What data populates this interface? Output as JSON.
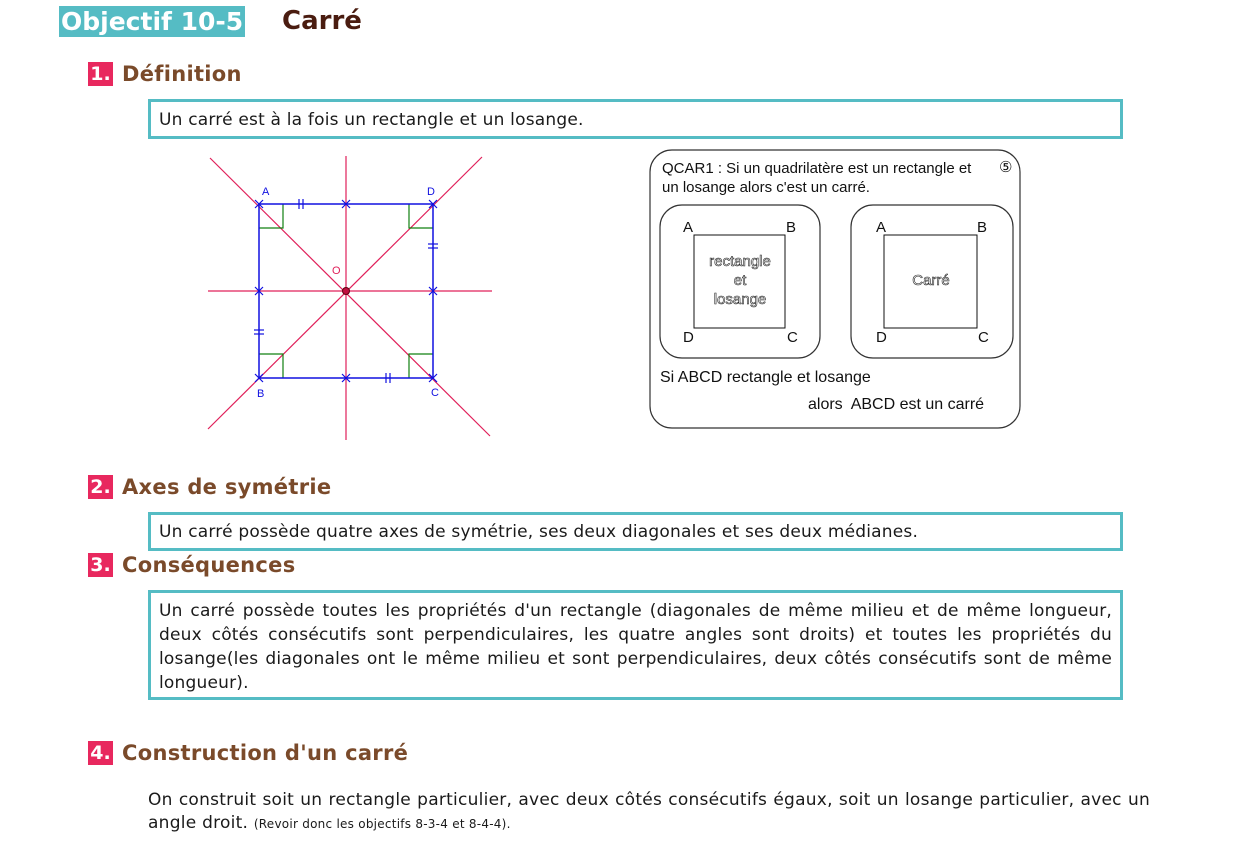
{
  "header": {
    "badge": "Objectif 10-5",
    "title": "Carré"
  },
  "sections": [
    {
      "num": "1.",
      "title": "Définition",
      "text": "Un carré est à la fois un rectangle et un losange."
    },
    {
      "num": "2.",
      "title": "Axes de symétrie",
      "text": "Un carré possède quatre axes de symétrie, ses deux diagonales et ses deux médianes."
    },
    {
      "num": "3.",
      "title": "Conséquences",
      "text": "Un carré possède toutes les propriétés d'un rectangle (diagonales de même milieu et de même longueur, deux côtés consécutifs sont perpendiculaires, les quatre angles sont droits) et toutes les propriétés du losange(les diagonales ont le même milieu et sont perpendiculaires, deux côtés consécutifs sont de même longueur)."
    },
    {
      "num": "4.",
      "title": "Construction d'un carré",
      "text": "On construit soit un rectangle particulier, avec deux côtés consécutifs égaux, soit un losange particulier, avec un angle droit.",
      "note": "(Revoir donc les objectifs 8-3-4 et 8-4-4)."
    }
  ],
  "figure": {
    "labels": {
      "a": "A",
      "d": "D",
      "b": "B",
      "c": "C",
      "o": "O"
    },
    "colors": {
      "axes": "#e0205a",
      "square": "#1010e0",
      "right_angle": "#108010"
    }
  },
  "qcar": {
    "title_line1": "QCAR1 : Si un quadrilatère est un rectangle et",
    "title_line2": "un losange alors c'est un carré.",
    "badge": "⑤",
    "left_card": {
      "a": "A",
      "b": "B",
      "c": "C",
      "d": "D",
      "line1": "rectangle",
      "line2": "et",
      "line3": "losange"
    },
    "right_card": {
      "a": "A",
      "b": "B",
      "c": "C",
      "d": "D",
      "center": "Carré"
    },
    "caption1": "Si ABCD rectangle et losange",
    "caption2": "alors  ABCD est un carré"
  }
}
